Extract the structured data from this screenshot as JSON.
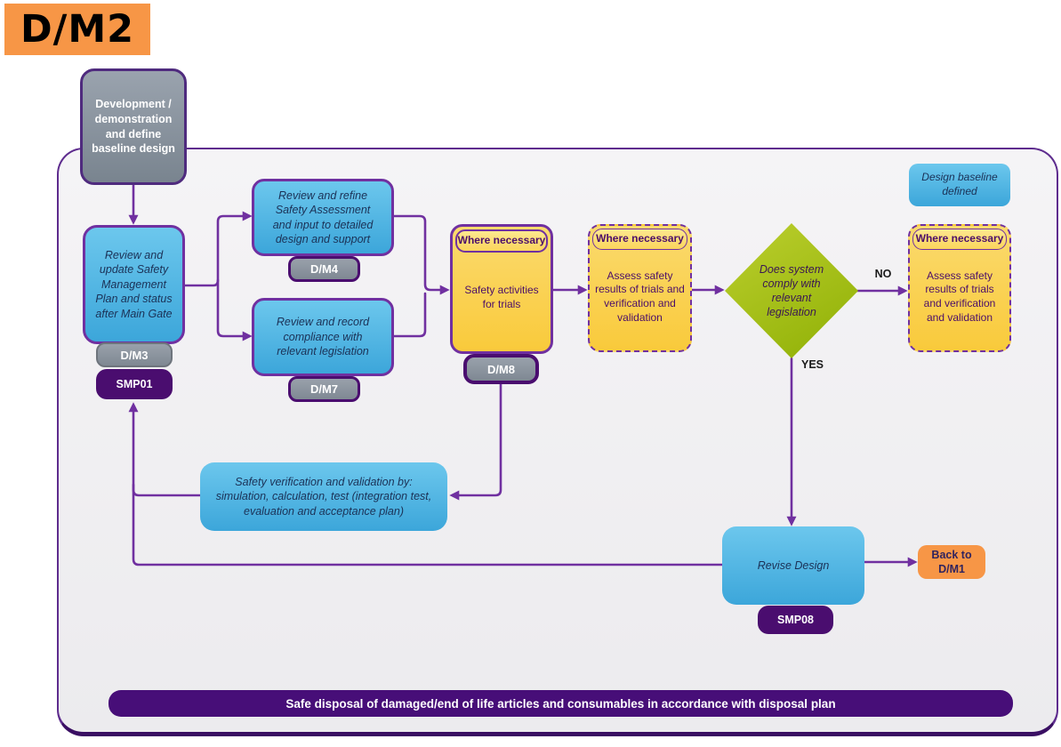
{
  "title": "D/M2",
  "colors": {
    "accent_purple": "#7030A0",
    "dark_purple": "#4A0D6F",
    "banner_purple": "#470E78",
    "node_blue": "#53B8E4",
    "node_yellow": "#FAD14F",
    "decision_green": "#A6BF12",
    "orange": "#F79646",
    "tag_gray": "#8C939D",
    "navy_text": "#1B3156"
  },
  "nodes": {
    "development": {
      "label": "Development / demonstration and define baseline design"
    },
    "review_update": {
      "label": "Review and update Safety Management Plan and status after Main Gate",
      "tag": "D/M3",
      "smp_tag": "SMP01"
    },
    "review_refine": {
      "label": "Review and refine Safety Assessment and input to detailed design and support",
      "tag": "D/M4"
    },
    "review_record": {
      "label": "Review and record compliance with relevant legislation",
      "tag": "D/M7"
    },
    "safety_activities": {
      "header": "Where necessary",
      "label": "Safety activities for trials",
      "tag": "D/M8"
    },
    "assess_results_mid": {
      "header": "Where necessary",
      "label": "Assess safety results of trials and verification and validation"
    },
    "decision_comply": {
      "label": "Does system comply with relevant legislation"
    },
    "assess_results_right": {
      "header": "Where necessary",
      "label": "Assess safety results of trials and verification and validation"
    },
    "design_baseline": {
      "label": "Design baseline defined"
    },
    "safety_verification": {
      "label": "Safety verification and validation by: simulation, calculation, test (integration test, evaluation and acceptance plan)"
    },
    "revise_design": {
      "label": "Revise Design",
      "smp_tag": "SMP08"
    },
    "back_to_dm1": {
      "label": "Back to D/M1"
    },
    "disposal_banner": {
      "label": "Safe disposal of damaged/end of life articles and consumables in accordance with disposal plan"
    }
  },
  "edge_labels": {
    "no": "NO",
    "yes": "YES"
  }
}
